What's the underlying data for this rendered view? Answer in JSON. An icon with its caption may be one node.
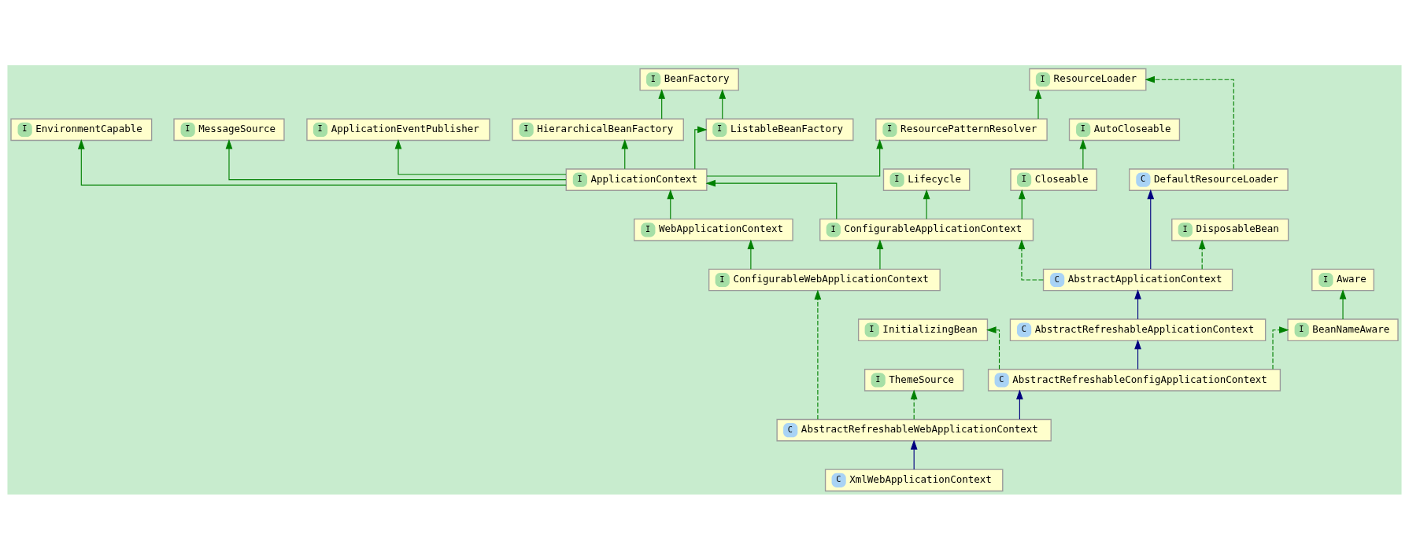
{
  "diagram": {
    "nodes": [
      {
        "text": [
          "I",
          "ResourceLoader"
        ]
      },
      {
        "text": [
          "I",
          "BeanFactory"
        ]
      },
      {
        "text": [
          "C",
          "DefaultResourceLoader"
        ]
      },
      {
        "text": [
          "I",
          "AutoCloseable"
        ]
      },
      {
        "text": [
          "I",
          "ResourcePatternResolver"
        ]
      },
      {
        "text": [
          "I",
          "EnvironmentCapable"
        ]
      },
      {
        "text": [
          "I",
          "MessageSource"
        ]
      },
      {
        "text": [
          "I",
          "ApplicationEventPublisher"
        ]
      },
      {
        "text": [
          "I",
          "HierarchicalBeanFactory"
        ]
      },
      {
        "text": [
          "I",
          "ListableBeanFactory"
        ]
      },
      {
        "text": [
          "I",
          "Lifecycle"
        ]
      },
      {
        "text": [
          "I",
          "Closeable"
        ]
      },
      {
        "text": [
          "I",
          "ApplicationContext"
        ]
      },
      {
        "text": [
          "I",
          "DisposableBean"
        ]
      },
      {
        "text": [
          "I",
          "ConfigurableApplicationContext"
        ]
      },
      {
        "text": [
          "I",
          "WebApplicationContext"
        ]
      },
      {
        "text": [
          "I",
          "Aware"
        ]
      },
      {
        "text": [
          "C",
          "AbstractApplicationContext"
        ]
      },
      {
        "text": [
          "I",
          "ConfigurableWebApplicationContext"
        ]
      },
      {
        "text": [
          "I",
          "BeanNameAware"
        ]
      },
      {
        "text": [
          "I",
          "InitializingBean"
        ]
      },
      {
        "text": [
          "C",
          "AbstractRefreshableApplicationContext"
        ]
      },
      {
        "text": [
          "I",
          "ThemeSource"
        ]
      },
      {
        "text": [
          "C",
          "AbstractRefreshableConfigApplicationContext"
        ]
      },
      {
        "text": [
          "C",
          "AbstractRefreshableWebApplicationContext"
        ]
      },
      {
        "text": [
          "C",
          "XmlWebApplicationContext"
        ]
      }
    ],
    "edges": [
      {
        "from": 2,
        "to": 0,
        "arrow": "to",
        "style": "dashed"
      },
      {
        "from": 4,
        "to": 0,
        "arrow": "to"
      },
      {
        "from": 8,
        "to": 1,
        "arrow": "to"
      },
      {
        "from": 9,
        "to": 1,
        "arrow": "to"
      },
      {
        "from": 11,
        "to": 3,
        "arrow": "to"
      },
      {
        "from": 12,
        "to": 4,
        "arrow": "to"
      },
      {
        "from": 12,
        "to": 5,
        "arrow": "to"
      },
      {
        "from": 12,
        "to": 6,
        "arrow": "to"
      },
      {
        "from": 12,
        "to": 7,
        "arrow": "to"
      },
      {
        "from": 12,
        "to": 8,
        "arrow": "to"
      },
      {
        "from": 12,
        "to": 9,
        "arrow": "to"
      },
      {
        "from": 14,
        "to": 10,
        "arrow": "to"
      },
      {
        "from": 14,
        "to": 11,
        "arrow": "to"
      },
      {
        "from": 14,
        "to": 12,
        "arrow": "to"
      },
      {
        "from": 15,
        "to": 12,
        "arrow": "to"
      },
      {
        "from": 17,
        "to": 2,
        "arrow": "to",
        "color": "#000080"
      },
      {
        "from": 17,
        "to": 13,
        "arrow": "to",
        "style": "dashed"
      },
      {
        "from": 17,
        "to": 14,
        "arrow": "to",
        "style": "dashed"
      },
      {
        "from": 18,
        "to": 14,
        "arrow": "to"
      },
      {
        "from": 18,
        "to": 15,
        "arrow": "to"
      },
      {
        "from": 19,
        "to": 16,
        "arrow": "to"
      },
      {
        "from": 21,
        "to": 17,
        "arrow": "to",
        "color": "#000080"
      },
      {
        "from": 23,
        "to": 21,
        "arrow": "to",
        "color": "#000080"
      },
      {
        "from": 23,
        "to": 19,
        "arrow": "to",
        "style": "dashed"
      },
      {
        "from": 23,
        "to": 20,
        "arrow": "to",
        "style": "dashed"
      },
      {
        "from": 24,
        "to": 23,
        "arrow": "to",
        "color": "#000080"
      },
      {
        "from": 24,
        "to": 22,
        "arrow": "to",
        "style": "dashed"
      },
      {
        "from": 24,
        "to": 18,
        "arrow": "to",
        "style": "dashed"
      },
      {
        "from": 25,
        "to": 24,
        "arrow": "to",
        "color": "#000080"
      }
    ]
  }
}
